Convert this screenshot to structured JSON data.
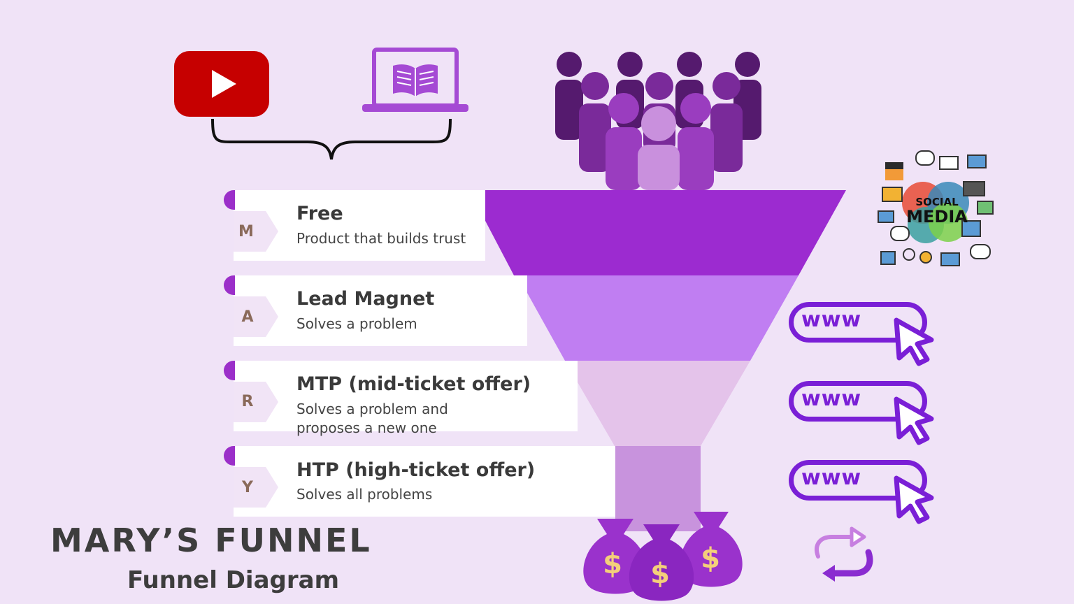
{
  "diagram": {
    "title": "MARY’S FUNNEL",
    "subtitle": "Funnel Diagram",
    "stages": [
      {
        "letter": "M",
        "title": "Free",
        "description": "Product that builds trust"
      },
      {
        "letter": "A",
        "title": "Lead Magnet",
        "description": "Solves a problem"
      },
      {
        "letter": "R",
        "title": "MTP (mid-ticket offer)",
        "description": "Solves a problem and proposes a new one"
      },
      {
        "letter": "Y",
        "title": "HTP (high-ticket offer)",
        "description": "Solves all problems"
      }
    ],
    "www_links": [
      "www",
      "www",
      "www"
    ],
    "social_media": {
      "line1": "SOCIAL",
      "line2": "MEDIA"
    },
    "money_symbol": "$",
    "icons": [
      "youtube-icon",
      "ebook-laptop-icon",
      "audience-icon",
      "social-media-icon",
      "www-link-icon",
      "cursor-icon",
      "money-bag-icon",
      "repeat-icon"
    ],
    "colors": {
      "background": "#f0e3f7",
      "funnel_level_1": "#9c2bd0",
      "funnel_level_2": "#c07ef2",
      "funnel_level_3": "#e4c3ea",
      "funnel_level_4": "#c893dd",
      "accent": "#7a1fd6",
      "youtube_red": "#c60000"
    }
  }
}
